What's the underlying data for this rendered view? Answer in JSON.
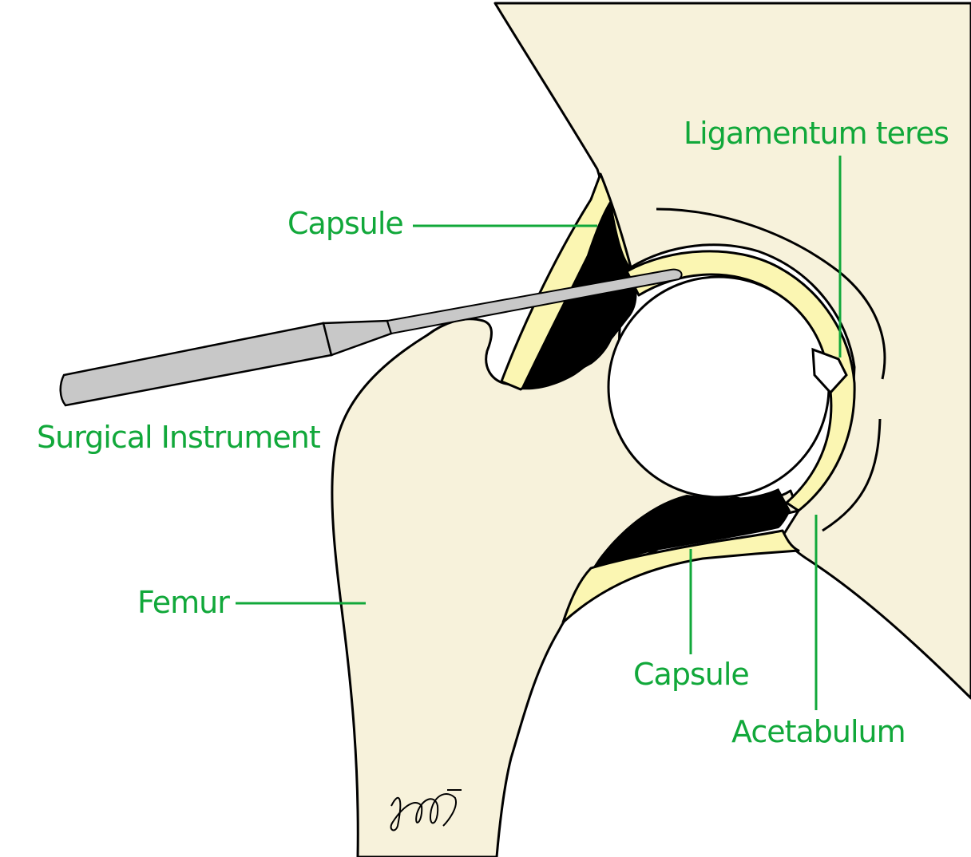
{
  "labels": {
    "ligamentum_teres": "Ligamentum teres",
    "capsule_upper": "Capsule",
    "surgical_instrument": "Surgical Instrument",
    "femur": "Femur",
    "capsule_lower": "Capsule",
    "acetabulum": "Acetabulum"
  },
  "colors": {
    "bone": "#f7f2db",
    "cartilage": "#fbf6b2",
    "joint_space": "#000000",
    "label_green": "#11a83a",
    "instrument": "#c8c8c8",
    "outline": "#000000"
  }
}
